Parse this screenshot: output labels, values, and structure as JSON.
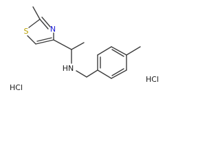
{
  "molecule": {
    "atoms": {
      "sulfur": "S",
      "thiazole_nitrogen": "N",
      "amine": "HN"
    },
    "salts": [
      "HCl",
      "HCl"
    ],
    "colors": {
      "bond": "#3c3c3c",
      "sulfur": "#b8a000",
      "nitrogen": "#1a1ad6",
      "amine": "#1a1a1a",
      "text": "#1a1a1a"
    }
  }
}
